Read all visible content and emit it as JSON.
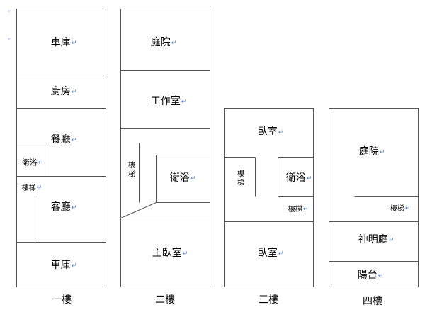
{
  "marks": {
    "return": "↵"
  },
  "floors": [
    {
      "title": "一樓",
      "rooms": {
        "garage_top": "車庫",
        "kitchen": "廚房",
        "dining": "餐廳",
        "bath": "衛浴",
        "stairs": "樓梯",
        "living": "客廳",
        "garage_bottom": "車庫"
      }
    },
    {
      "title": "二樓",
      "rooms": {
        "courtyard": "庭院",
        "studio": "工作室",
        "stairs": "樓梯",
        "bath": "衛浴",
        "master_bedroom": "主臥室"
      }
    },
    {
      "title": "三樓",
      "rooms": {
        "bedroom_top": "臥室",
        "stairs_left": "樓梯",
        "bath": "衛浴",
        "stairs_right": "樓梯",
        "bedroom_bottom": "臥室"
      }
    },
    {
      "title": "四樓",
      "rooms": {
        "courtyard": "庭院",
        "stairs": "樓梯",
        "shrine_hall": "神明廳",
        "balcony": "陽台"
      }
    }
  ]
}
